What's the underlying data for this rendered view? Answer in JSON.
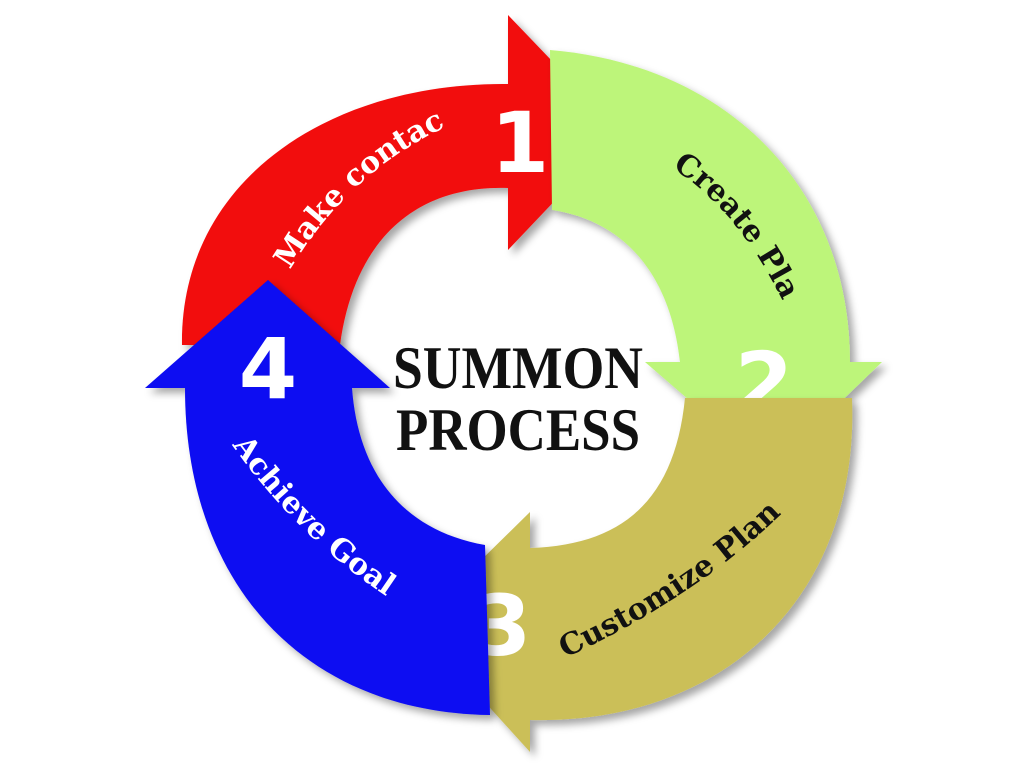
{
  "title": {
    "line1": "SUMMON",
    "line2": "PROCESS"
  },
  "steps": [
    {
      "number": "1",
      "label": "Make contact",
      "color": "#f20e0e",
      "label_color": "#ffffff"
    },
    {
      "number": "2",
      "label": "Create Plan",
      "color": "#bdf57a",
      "label_color": "#111111"
    },
    {
      "number": "3",
      "label": "Customize Plan",
      "color": "#cbbf58",
      "label_color": "#111111"
    },
    {
      "number": "4",
      "label": "Achieve Goals",
      "color": "#0a0af2",
      "label_color": "#ffffff"
    }
  ]
}
